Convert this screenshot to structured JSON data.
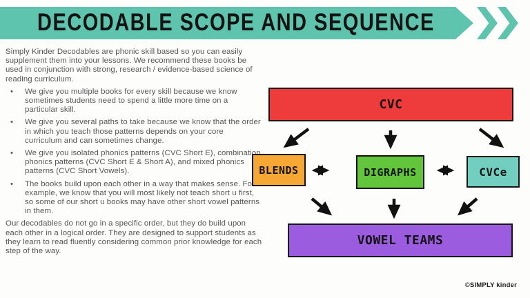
{
  "header": {
    "title": "DECODABLE SCOPE AND SEQUENCE",
    "banner_color": "#5EC4AD",
    "title_color": "#131313"
  },
  "left_panel": {
    "intro": "Simply Kinder Decodables are phonic skill based so you can easily supplement them into your lessons.  We recommend these books be used in conjunction with strong, research / evidence-based science of reading curriculum.",
    "bullet_glyph": "•",
    "bullets": [
      "We give you multiple books for every skill because we know sometimes students need to spend a little more time on a particular skill.",
      "We give you several paths to take because we know that the order in which you teach those patterns depends on your core curriculum and can sometimes change.",
      "We give you isolated phonics patterns (CVC Short E), combination phonics patterns (CVC Short E & Short A), and mixed phonics patterns (CVC Short Vowels).",
      "The books build upon each other in a way that makes sense. For example, we know that you will most likely not teach short u first, so some of our short u books may have other short vowel patterns in them."
    ],
    "outro": "Our decodables do not go in a specific order, but they do build upon each other in a logical order. They are designed to support students as they learn to read fluently considering common prior knowledge for each step of the way.",
    "text_color": "#565658"
  },
  "diagram": {
    "nodes": [
      {
        "id": "cvc",
        "label": "CVC",
        "color": "#EE3B3B"
      },
      {
        "id": "blends",
        "label": "BLENDS",
        "color": "#F7A733"
      },
      {
        "id": "digraphs",
        "label": "DIGRAPHS",
        "color": "#62C53C"
      },
      {
        "id": "cvce",
        "label": "CVCe",
        "color": "#72CFC0"
      },
      {
        "id": "vowel_teams",
        "label": "VOWEL TEAMS",
        "color": "#9C5CE0"
      }
    ],
    "edges": [
      {
        "from": "CVC",
        "to": "BLENDS",
        "bidirectional": false
      },
      {
        "from": "CVC",
        "to": "DIGRAPHS",
        "bidirectional": false
      },
      {
        "from": "CVC",
        "to": "CVCe",
        "bidirectional": false
      },
      {
        "from": "BLENDS",
        "to": "DIGRAPHS",
        "bidirectional": true
      },
      {
        "from": "DIGRAPHS",
        "to": "CVCe",
        "bidirectional": true
      },
      {
        "from": "BLENDS",
        "to": "VOWEL TEAMS",
        "bidirectional": false
      },
      {
        "from": "DIGRAPHS",
        "to": "VOWEL TEAMS",
        "bidirectional": false
      },
      {
        "from": "CVCe",
        "to": "VOWEL TEAMS",
        "bidirectional": false
      }
    ],
    "arrow_color": "#111111"
  },
  "footer": {
    "credit": "©SIMPLY kinder"
  }
}
